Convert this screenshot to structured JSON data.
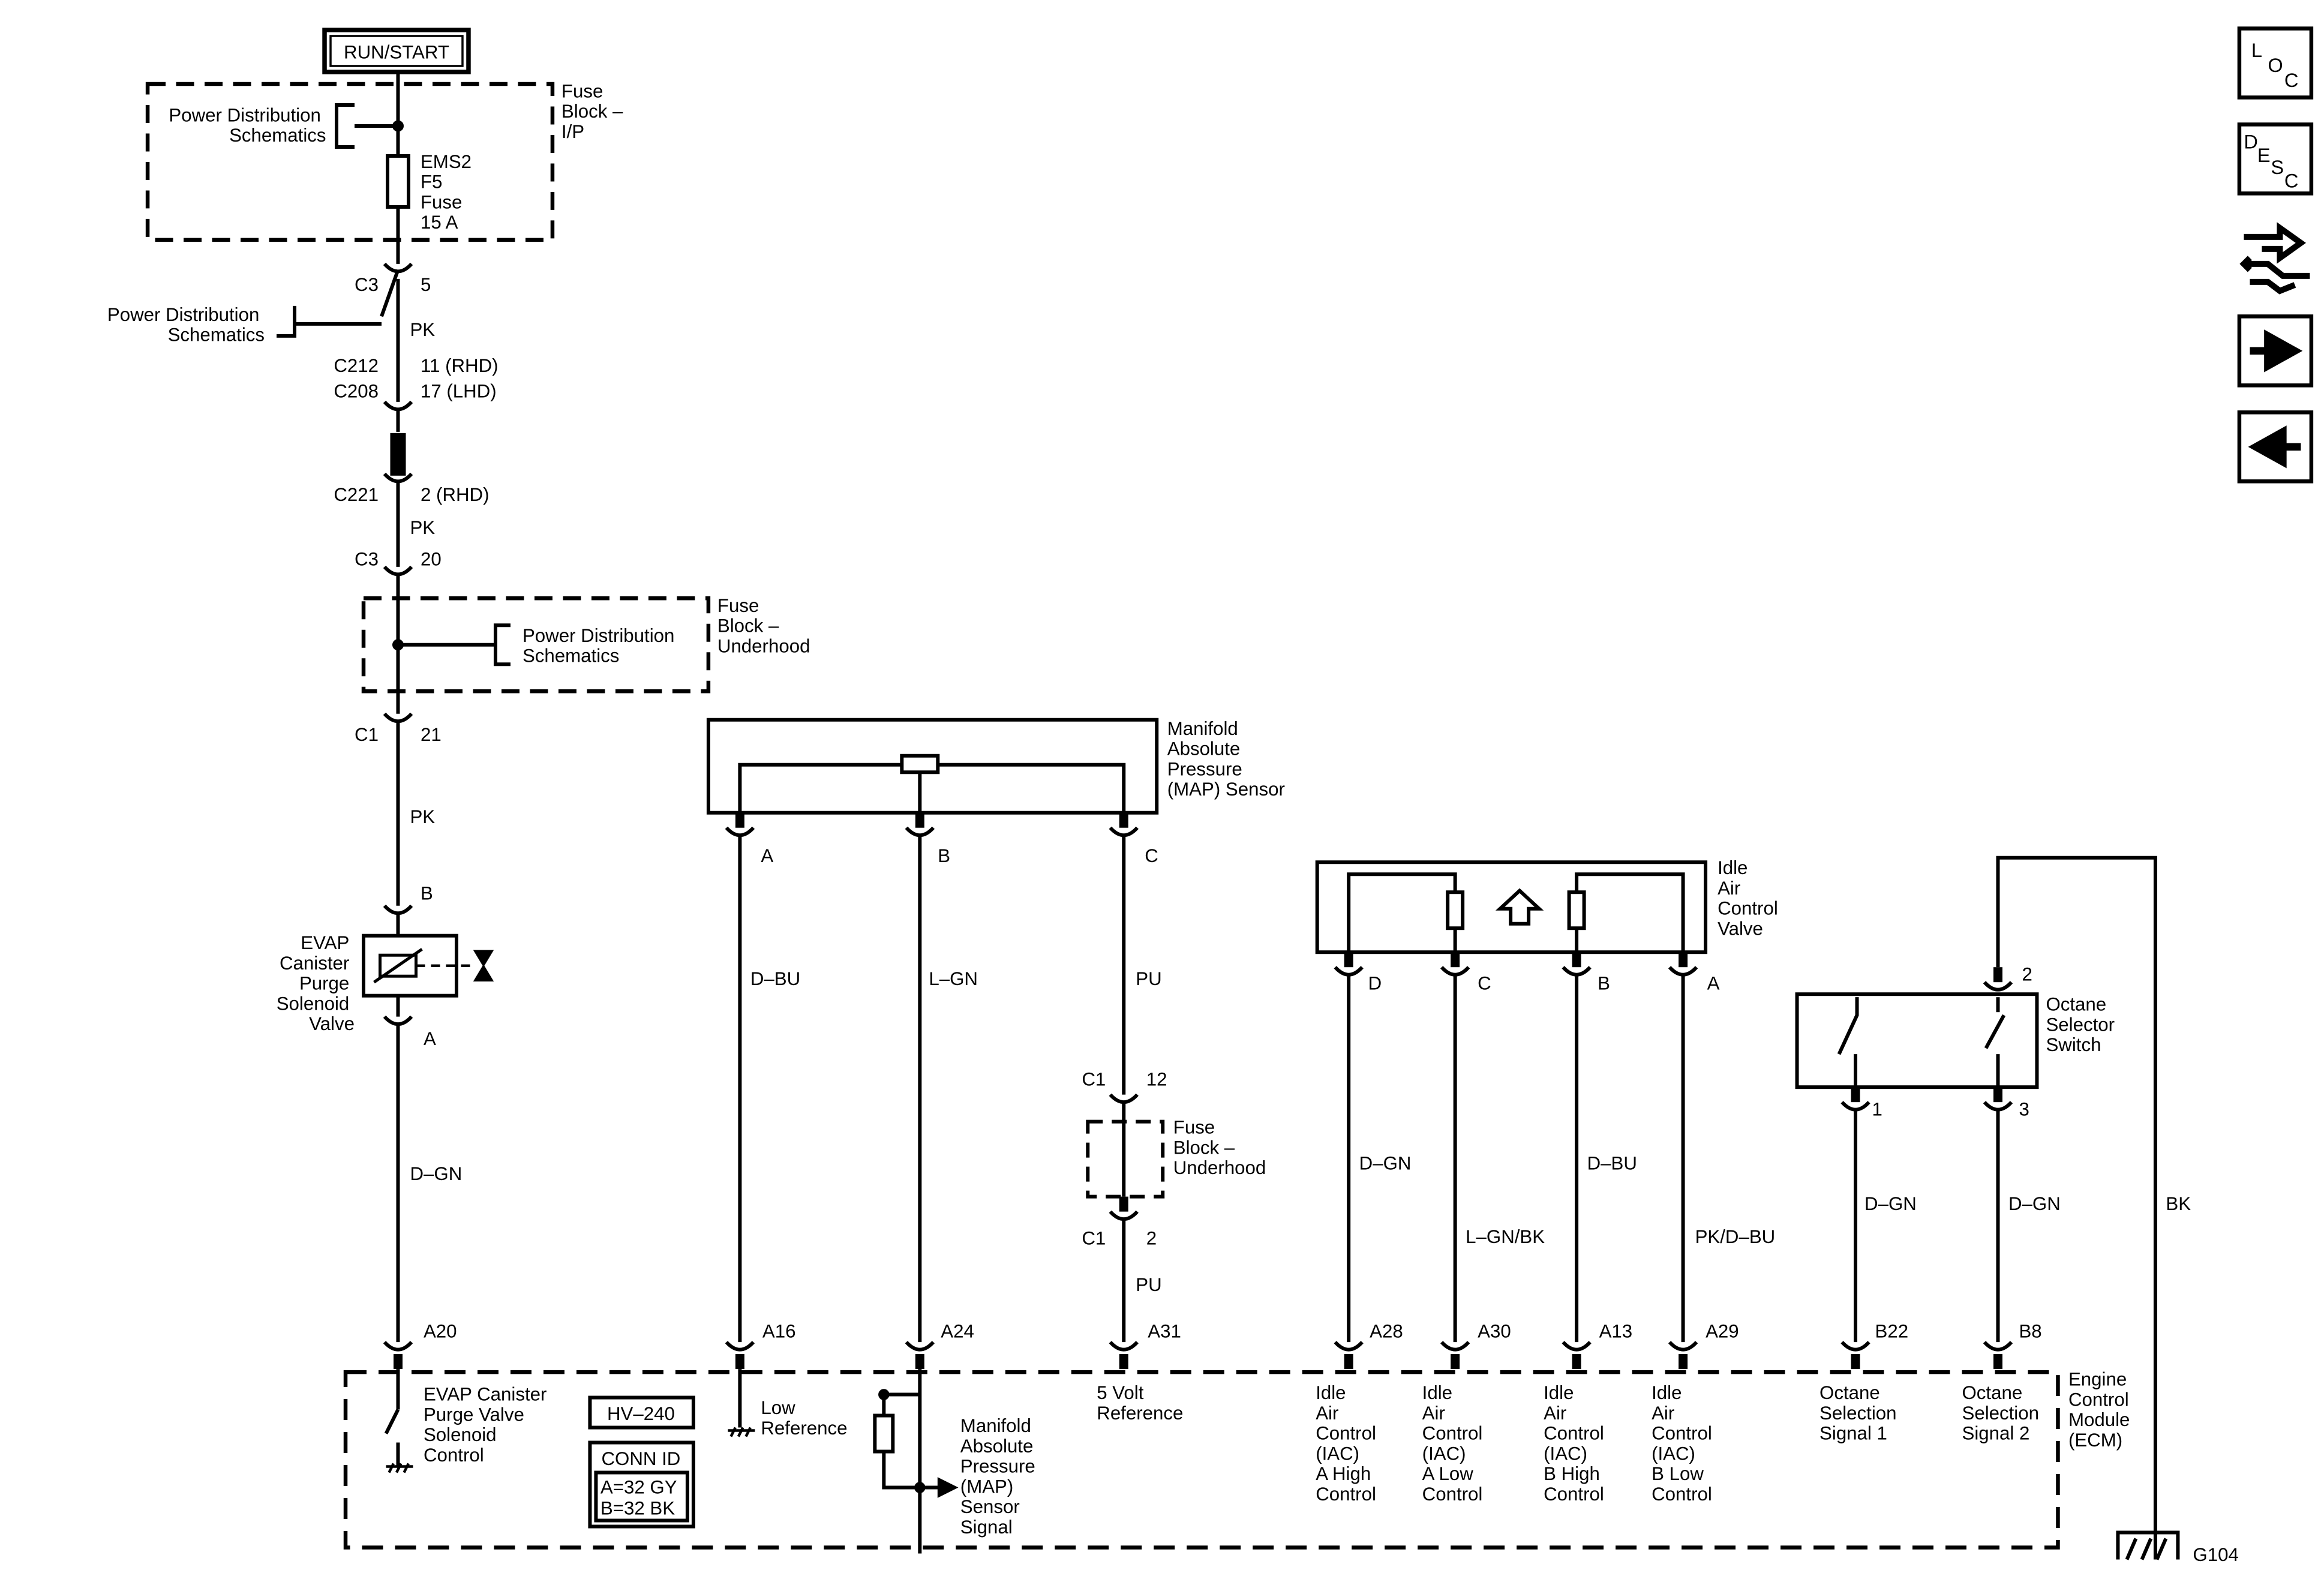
{
  "colors": {
    "ink": "#000000",
    "background": "#ffffff"
  },
  "nav_buttons": [
    {
      "icon": "loc-icon",
      "letters": [
        "L",
        "O",
        "C"
      ]
    },
    {
      "icon": "desc-icon",
      "letters": [
        "D",
        "E",
        "S",
        "C"
      ]
    },
    {
      "icon": "connector-wrench-icon"
    },
    {
      "icon": "arrow-right-icon"
    },
    {
      "icon": "arrow-left-icon"
    }
  ],
  "power": {
    "run_start": "RUN/START",
    "fuse_block_ip": [
      "Fuse",
      "Block –",
      "I/P"
    ],
    "power_dist_1": [
      "Power Distribution",
      "Schematics"
    ],
    "fuse": [
      "EMS2",
      "F5",
      "Fuse",
      "15 A"
    ],
    "c3_top": "C3",
    "c3_top_pin": "5",
    "power_dist_2": [
      "Power Distribution",
      "Schematics"
    ],
    "wire_pk_1": "PK",
    "c212": "C212",
    "c208": "C208",
    "c212_pin": "11 (RHD)",
    "c208_pin": "17 (LHD)",
    "c221": "C221",
    "c221_pin": "2 (RHD)",
    "wire_pk_2": "PK",
    "c3_bottom": "C3",
    "c3_bottom_pin": "20",
    "fuse_block_underhood": [
      "Fuse",
      "Block –",
      "Underhood"
    ],
    "power_dist_3": [
      "Power Distribution",
      "Schematics"
    ],
    "c1": "C1",
    "c1_pin": "21",
    "wire_pk_3": "PK"
  },
  "evap": {
    "pin_b": "B",
    "label": [
      "EVAP",
      "Canister",
      "Purge",
      "Solenoid",
      "Valve"
    ],
    "pin_a": "A",
    "wire": "D–GN",
    "ecm_pin": "A20",
    "ecm_label": [
      "EVAP Canister",
      "Purge Valve",
      "Solenoid",
      "Control"
    ]
  },
  "map_sensor": {
    "label": [
      "Manifold",
      "Absolute",
      "Pressure",
      "(MAP) Sensor"
    ],
    "pins": [
      "A",
      "B",
      "C"
    ],
    "wires": [
      "D–BU",
      "L–GN",
      "PU"
    ],
    "c1_top": "C1",
    "c1_top_pin": "12",
    "fuse_block": [
      "Fuse",
      "Block –",
      "Underhood"
    ],
    "c1_bottom": "C1",
    "c1_bottom_pin": "2",
    "wire_pu_2": "PU",
    "ecm_pins": [
      "A16",
      "A24",
      "A31"
    ],
    "low_reference": [
      "Low",
      "Reference"
    ],
    "map_signal": [
      "Manifold",
      "Absolute",
      "Pressure",
      "(MAP)",
      "Sensor",
      "Signal"
    ],
    "five_volt": [
      "5 Volt",
      "Reference"
    ]
  },
  "iac": {
    "label": [
      "Idle",
      "Air",
      "Control",
      "Valve"
    ],
    "pins": [
      "D",
      "C",
      "B",
      "A"
    ],
    "wires": [
      "D–GN",
      "L–GN/BK",
      "D–BU",
      "PK/D–BU"
    ],
    "ecm_pins": [
      "A28",
      "A30",
      "A13",
      "A29"
    ],
    "ecm_labels": [
      [
        "Idle",
        "Air",
        "Control",
        "(IAC)",
        "A High",
        "Control"
      ],
      [
        "Idle",
        "Air",
        "Control",
        "(IAC)",
        "A Low",
        "Control"
      ],
      [
        "Idle",
        "Air",
        "Control",
        "(IAC)",
        "B High",
        "Control"
      ],
      [
        "Idle",
        "Air",
        "Control",
        "(IAC)",
        "B Low",
        "Control"
      ]
    ]
  },
  "octane": {
    "label": [
      "Octane",
      "Selector",
      "Switch"
    ],
    "pin_top": "2",
    "pins": [
      "1",
      "3"
    ],
    "wires": [
      "D–GN",
      "D–GN"
    ],
    "ecm_pins": [
      "B22",
      "B8"
    ],
    "ecm_labels": [
      [
        "Octane",
        "Selection",
        "Signal 1"
      ],
      [
        "Octane",
        "Selection",
        "Signal 2"
      ]
    ],
    "ground_wire": "BK",
    "ground": "G104"
  },
  "ecm": {
    "label": [
      "Engine",
      "Control",
      "Module",
      "(ECM)"
    ],
    "hv": "HV–240",
    "conn_id_title": "CONN ID",
    "conn_id": [
      "A=32 GY",
      "B=32 BK"
    ]
  }
}
